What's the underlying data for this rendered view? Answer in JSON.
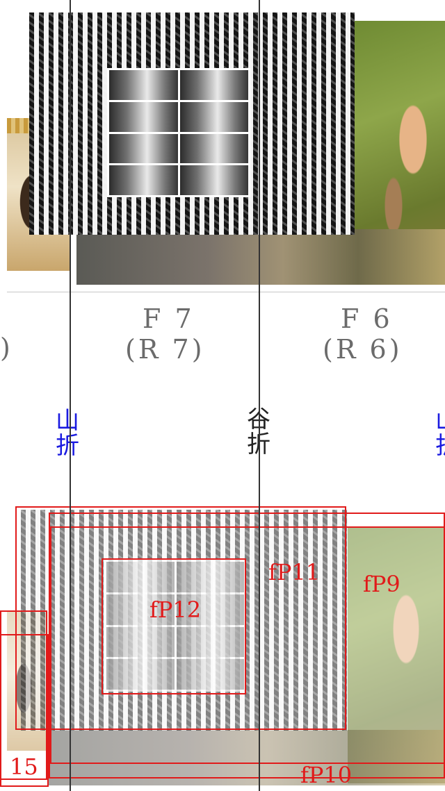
{
  "panels": [
    {
      "code": "F 7",
      "sub": "(R 7)"
    },
    {
      "code": "F 6",
      "sub": "(R 6)"
    },
    {
      "left_fragment": ")"
    }
  ],
  "folds": {
    "left": {
      "line1": "山",
      "line2": "折",
      "color": "#1a1ae0"
    },
    "center": {
      "line1": "谷",
      "line2": "折",
      "color": "#222222"
    },
    "right": {
      "line1": "山",
      "line2": "折",
      "color": "#1a1ae0"
    }
  },
  "regions": {
    "fP12": "fP12",
    "fP11": "fP11",
    "fP9": "fP9",
    "fP10": "fP10",
    "fP15_partial": "15"
  },
  "colors": {
    "region_box": "#e11a1a",
    "guide_line": "#333333"
  }
}
